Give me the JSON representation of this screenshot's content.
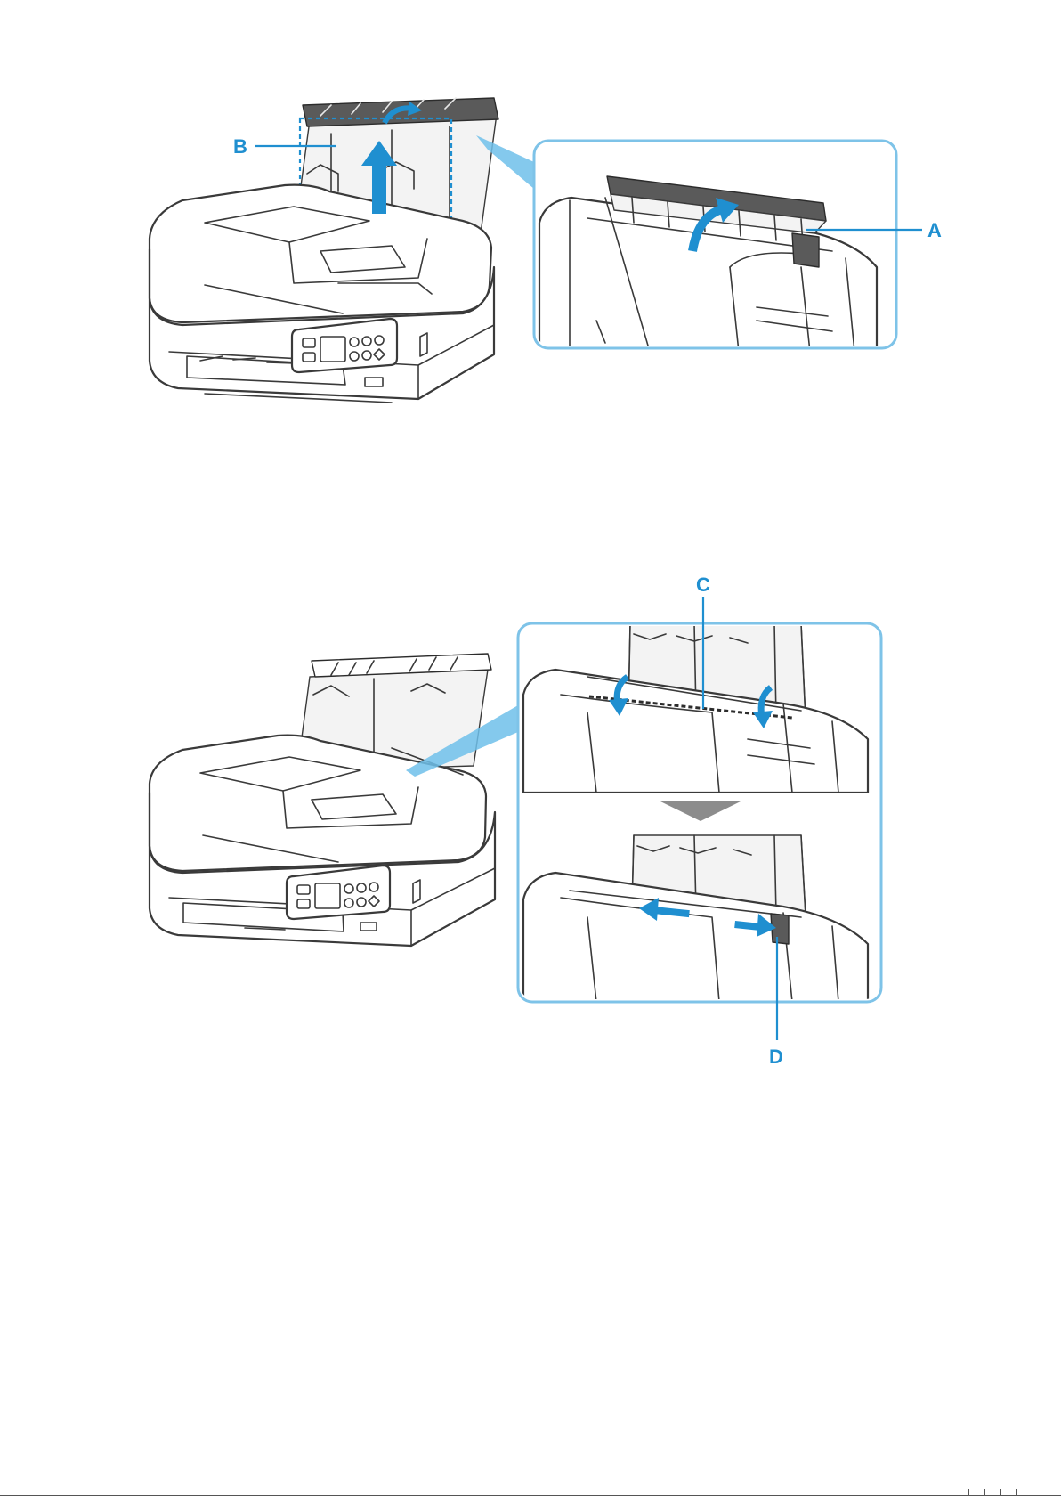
{
  "labels": {
    "a": "A",
    "b": "B",
    "c": "C",
    "d": "D"
  },
  "colors": {
    "accent": "#1f8fd0",
    "callout_border": "#7ec3e8",
    "line": "#3a3a3a",
    "cover_dark": "#5a5a5a",
    "step_arrow": "#8c8c8c"
  },
  "icons": {
    "lift": "arrow-up-icon",
    "open": "curved-arrow-icon",
    "slide": "double-arrow-icon",
    "next": "down-triangle-icon"
  }
}
